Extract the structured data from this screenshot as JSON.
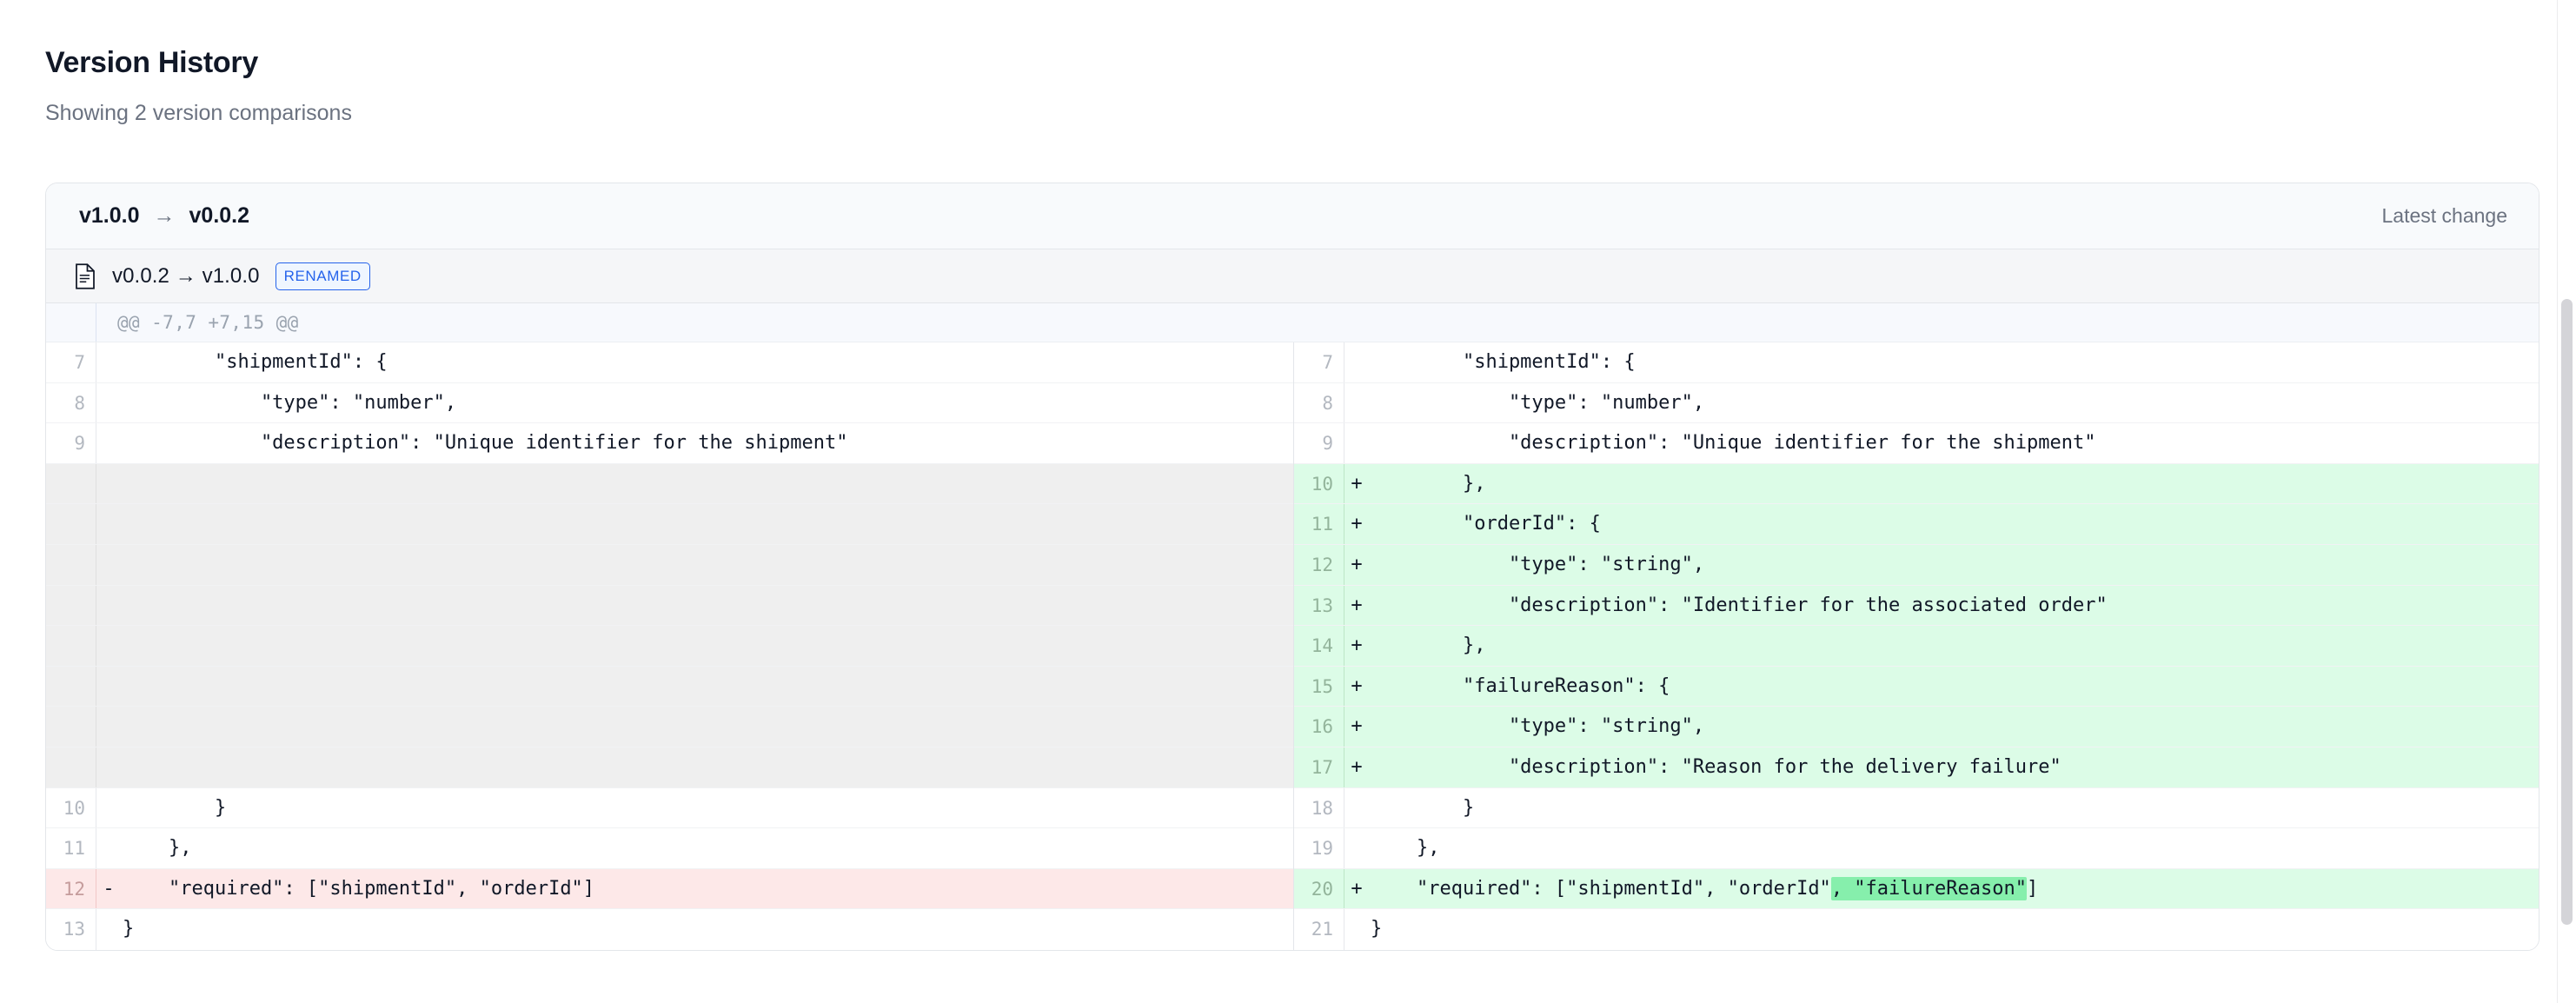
{
  "header": {
    "title": "Version History",
    "subtitle": "Showing 2 version comparisons"
  },
  "comparison": {
    "from_version": "v1.0.0",
    "arrow": "→",
    "to_version": "v0.0.2",
    "latest_label": "Latest change"
  },
  "file": {
    "icon": "document-icon",
    "path": "v0.0.2 → v1.0.0",
    "status_badge": "RENAMED"
  },
  "hunk": {
    "header": "@@ -7,7 +7,15 @@"
  },
  "colors": {
    "added_bg": "#dcfce7",
    "added_word_bg": "#86efac",
    "removed_bg": "#fde8e8",
    "empty_bg": "#efefef",
    "badge_accent": "#2563eb"
  },
  "diff": {
    "left": [
      {
        "lineno": "7",
        "marker": "",
        "code": "        \"shipmentId\": {",
        "type": "ctx"
      },
      {
        "lineno": "8",
        "marker": "",
        "code": "            \"type\": \"number\",",
        "type": "ctx"
      },
      {
        "lineno": "9",
        "marker": "",
        "code": "            \"description\": \"Unique identifier for the shipment\"",
        "type": "ctx"
      },
      {
        "lineno": "",
        "marker": "",
        "code": "",
        "type": "empty"
      },
      {
        "lineno": "",
        "marker": "",
        "code": "",
        "type": "empty"
      },
      {
        "lineno": "",
        "marker": "",
        "code": "",
        "type": "empty"
      },
      {
        "lineno": "",
        "marker": "",
        "code": "",
        "type": "empty"
      },
      {
        "lineno": "",
        "marker": "",
        "code": "",
        "type": "empty"
      },
      {
        "lineno": "",
        "marker": "",
        "code": "",
        "type": "empty"
      },
      {
        "lineno": "",
        "marker": "",
        "code": "",
        "type": "empty"
      },
      {
        "lineno": "",
        "marker": "",
        "code": "",
        "type": "empty"
      },
      {
        "lineno": "10",
        "marker": "",
        "code": "        }",
        "type": "ctx"
      },
      {
        "lineno": "11",
        "marker": "",
        "code": "    },",
        "type": "ctx"
      },
      {
        "lineno": "12",
        "marker": "-",
        "code": "    \"required\": [\"shipmentId\", \"orderId\"]",
        "type": "del"
      },
      {
        "lineno": "13",
        "marker": "",
        "code": "}",
        "type": "ctx"
      }
    ],
    "right": [
      {
        "lineno": "7",
        "marker": "",
        "code": "        \"shipmentId\": {",
        "type": "ctx"
      },
      {
        "lineno": "8",
        "marker": "",
        "code": "            \"type\": \"number\",",
        "type": "ctx"
      },
      {
        "lineno": "9",
        "marker": "",
        "code": "            \"description\": \"Unique identifier for the shipment\"",
        "type": "ctx"
      },
      {
        "lineno": "10",
        "marker": "+",
        "code": "        },",
        "type": "add"
      },
      {
        "lineno": "11",
        "marker": "+",
        "code": "        \"orderId\": {",
        "type": "add"
      },
      {
        "lineno": "12",
        "marker": "+",
        "code": "            \"type\": \"string\",",
        "type": "add"
      },
      {
        "lineno": "13",
        "marker": "+",
        "code": "            \"description\": \"Identifier for the associated order\"",
        "type": "add"
      },
      {
        "lineno": "14",
        "marker": "+",
        "code": "        },",
        "type": "add"
      },
      {
        "lineno": "15",
        "marker": "+",
        "code": "        \"failureReason\": {",
        "type": "add"
      },
      {
        "lineno": "16",
        "marker": "+",
        "code": "            \"type\": \"string\",",
        "type": "add"
      },
      {
        "lineno": "17",
        "marker": "+",
        "code": "            \"description\": \"Reason for the delivery failure\"",
        "type": "add"
      },
      {
        "lineno": "18",
        "marker": "",
        "code": "        }",
        "type": "ctx"
      },
      {
        "lineno": "19",
        "marker": "",
        "code": "    },",
        "type": "ctx"
      },
      {
        "lineno": "20",
        "marker": "+",
        "code": "    \"required\": [\"shipmentId\", \"orderId\"",
        "highlight": ", \"failureReason\"",
        "code_tail": "]",
        "type": "add"
      },
      {
        "lineno": "21",
        "marker": "",
        "code": "}",
        "type": "ctx"
      }
    ]
  }
}
